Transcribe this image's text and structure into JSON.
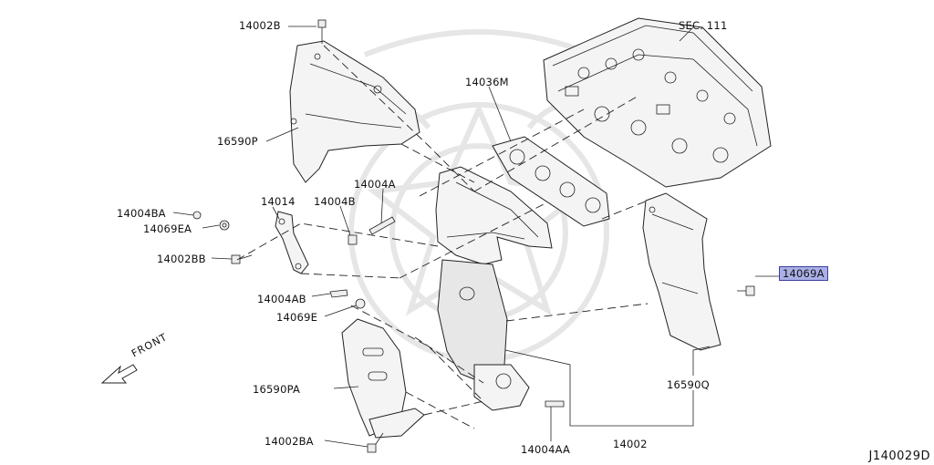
{
  "labels": {
    "p14002B": "14002B",
    "p16590P": "16590P",
    "p14036M": "14036M",
    "sec111": "SEC. 111",
    "p14004BA": "14004BA",
    "p14069EA": "14069EA",
    "p14014": "14014",
    "p14004B": "14004B",
    "p14004A": "14004A",
    "p14002BB": "14002BB",
    "p14004AB": "14004AB",
    "p14069E": "14069E",
    "p16590PA": "16590PA",
    "p14002BA": "14002BA",
    "p14004AA": "14004AA",
    "p14002": "14002",
    "p16590Q": "16590Q",
    "p14069A": "14069A"
  },
  "front": "FRONT",
  "diagram_code": "J140029D",
  "colors": {
    "highlight": "#aab0e6",
    "line": "#222222"
  }
}
